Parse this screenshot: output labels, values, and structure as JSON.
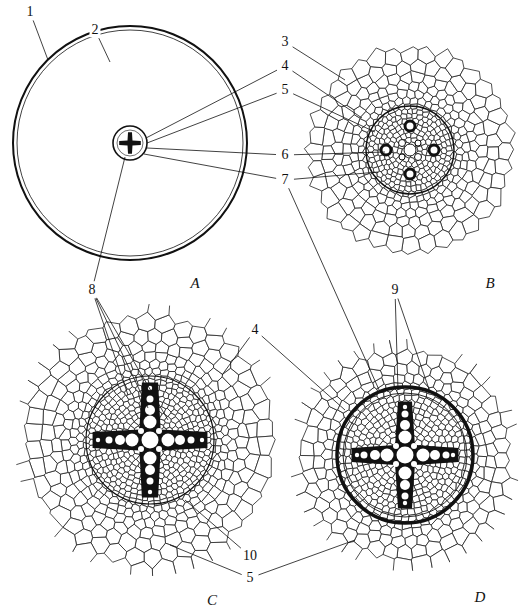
{
  "diagram": {
    "labels": [
      "1",
      "2",
      "3",
      "4",
      "5",
      "6",
      "7",
      "A",
      "B",
      "8",
      "4",
      "9",
      "10",
      "5",
      "C",
      "D"
    ]
  }
}
